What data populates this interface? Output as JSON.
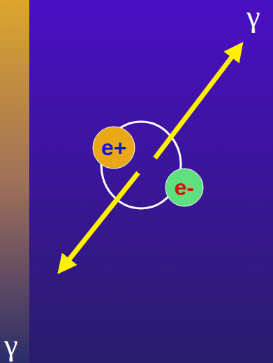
{
  "diagram": {
    "nodes": [
      {
        "text": [
          "e+"
        ]
      },
      {
        "text": [
          "e-"
        ]
      }
    ],
    "labels": [
      "γ",
      "γ"
    ]
  }
}
